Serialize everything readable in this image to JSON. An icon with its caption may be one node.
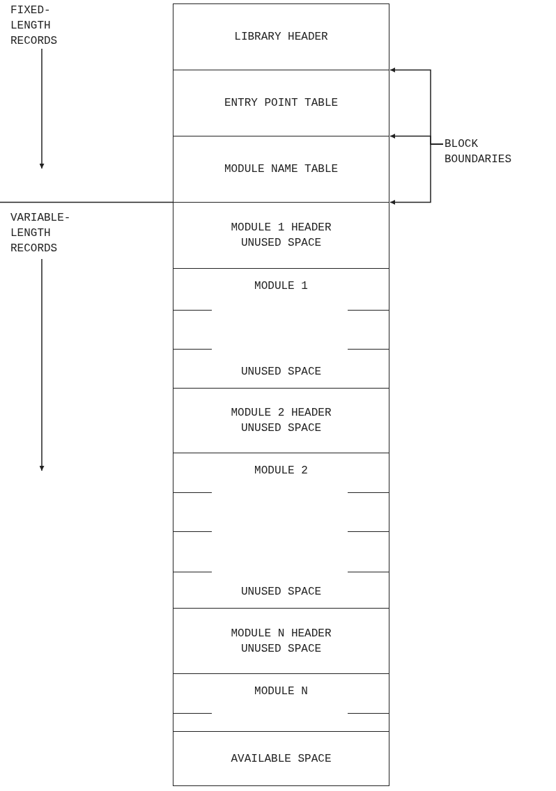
{
  "diagram": {
    "nodes": [
      {
        "text": [
          "LIBRARY HEADER"
        ]
      },
      {
        "text": [
          "ENTRY POINT TABLE"
        ]
      },
      {
        "text": [
          "MODULE NAME TABLE"
        ]
      },
      {
        "text": [
          "MODULE 1 HEADER",
          "UNUSED SPACE"
        ]
      },
      {
        "text": [
          "MODULE 1",
          "UNUSED SPACE"
        ]
      },
      {
        "text": [
          "MODULE 2 HEADER",
          "UNUSED SPACE"
        ]
      },
      {
        "text": [
          "MODULE 2",
          "UNUSED SPACE"
        ]
      },
      {
        "text": [
          "MODULE N HEADER",
          "UNUSED SPACE"
        ]
      },
      {
        "text": [
          "MODULE N"
        ]
      },
      {
        "text": [
          "AVAILABLE SPACE"
        ]
      },
      {
        "text": [
          "BLOCK BOUNDARIES"
        ]
      }
    ],
    "edges": [
      {
        "from": 10,
        "to": 0,
        "arrow": "to"
      },
      {
        "from": 10,
        "to": 1,
        "arrow": "to"
      },
      {
        "from": 10,
        "to": 2,
        "arrow": "to"
      }
    ],
    "labels": [
      "FIXED-LENGTH RECORDS",
      "VARIABLE-LENGTH RECORDS"
    ]
  }
}
